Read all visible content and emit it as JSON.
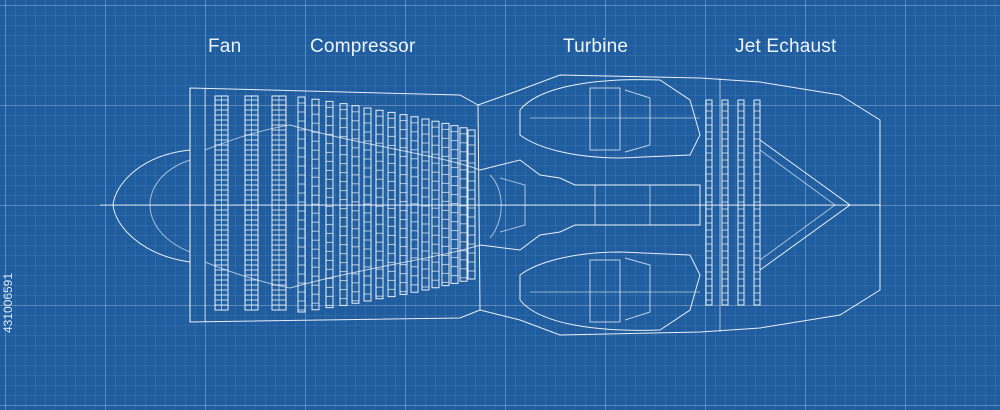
{
  "labels": {
    "fan": "Fan",
    "compressor": "Compressor",
    "turbine": "Turbine",
    "exhaust": "Jet Echaust"
  },
  "watermark": "431006591",
  "colors": {
    "background": "#1f5d9f",
    "line": "#ffffff"
  }
}
